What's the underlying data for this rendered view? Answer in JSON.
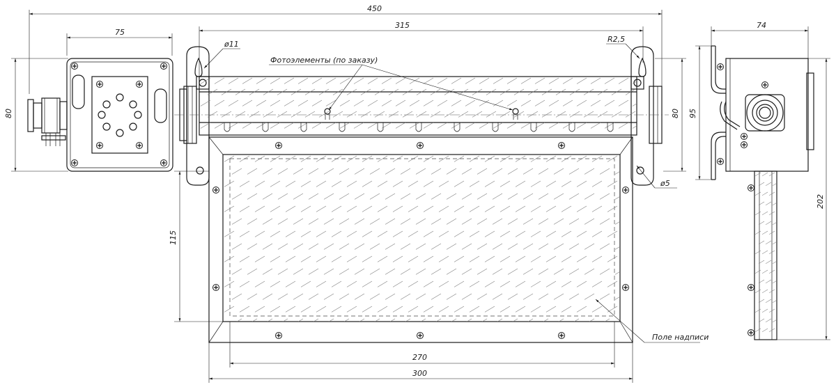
{
  "dimensions": {
    "overall_width": "450",
    "tube_length": "315",
    "box_width": "75",
    "box_height": "80",
    "tube_height": "80",
    "hole_diameter": "ø11",
    "corner_radius": "R2,5",
    "mount_hole": "ø5",
    "panel_height": "115",
    "inner_width": "270",
    "panel_width": "300",
    "side_width": "74",
    "side_height": "95",
    "side_total_height": "202"
  },
  "annotations": {
    "photoelements": "Фотоэлементы (по заказу)",
    "sign_field": "Поле надписи"
  }
}
